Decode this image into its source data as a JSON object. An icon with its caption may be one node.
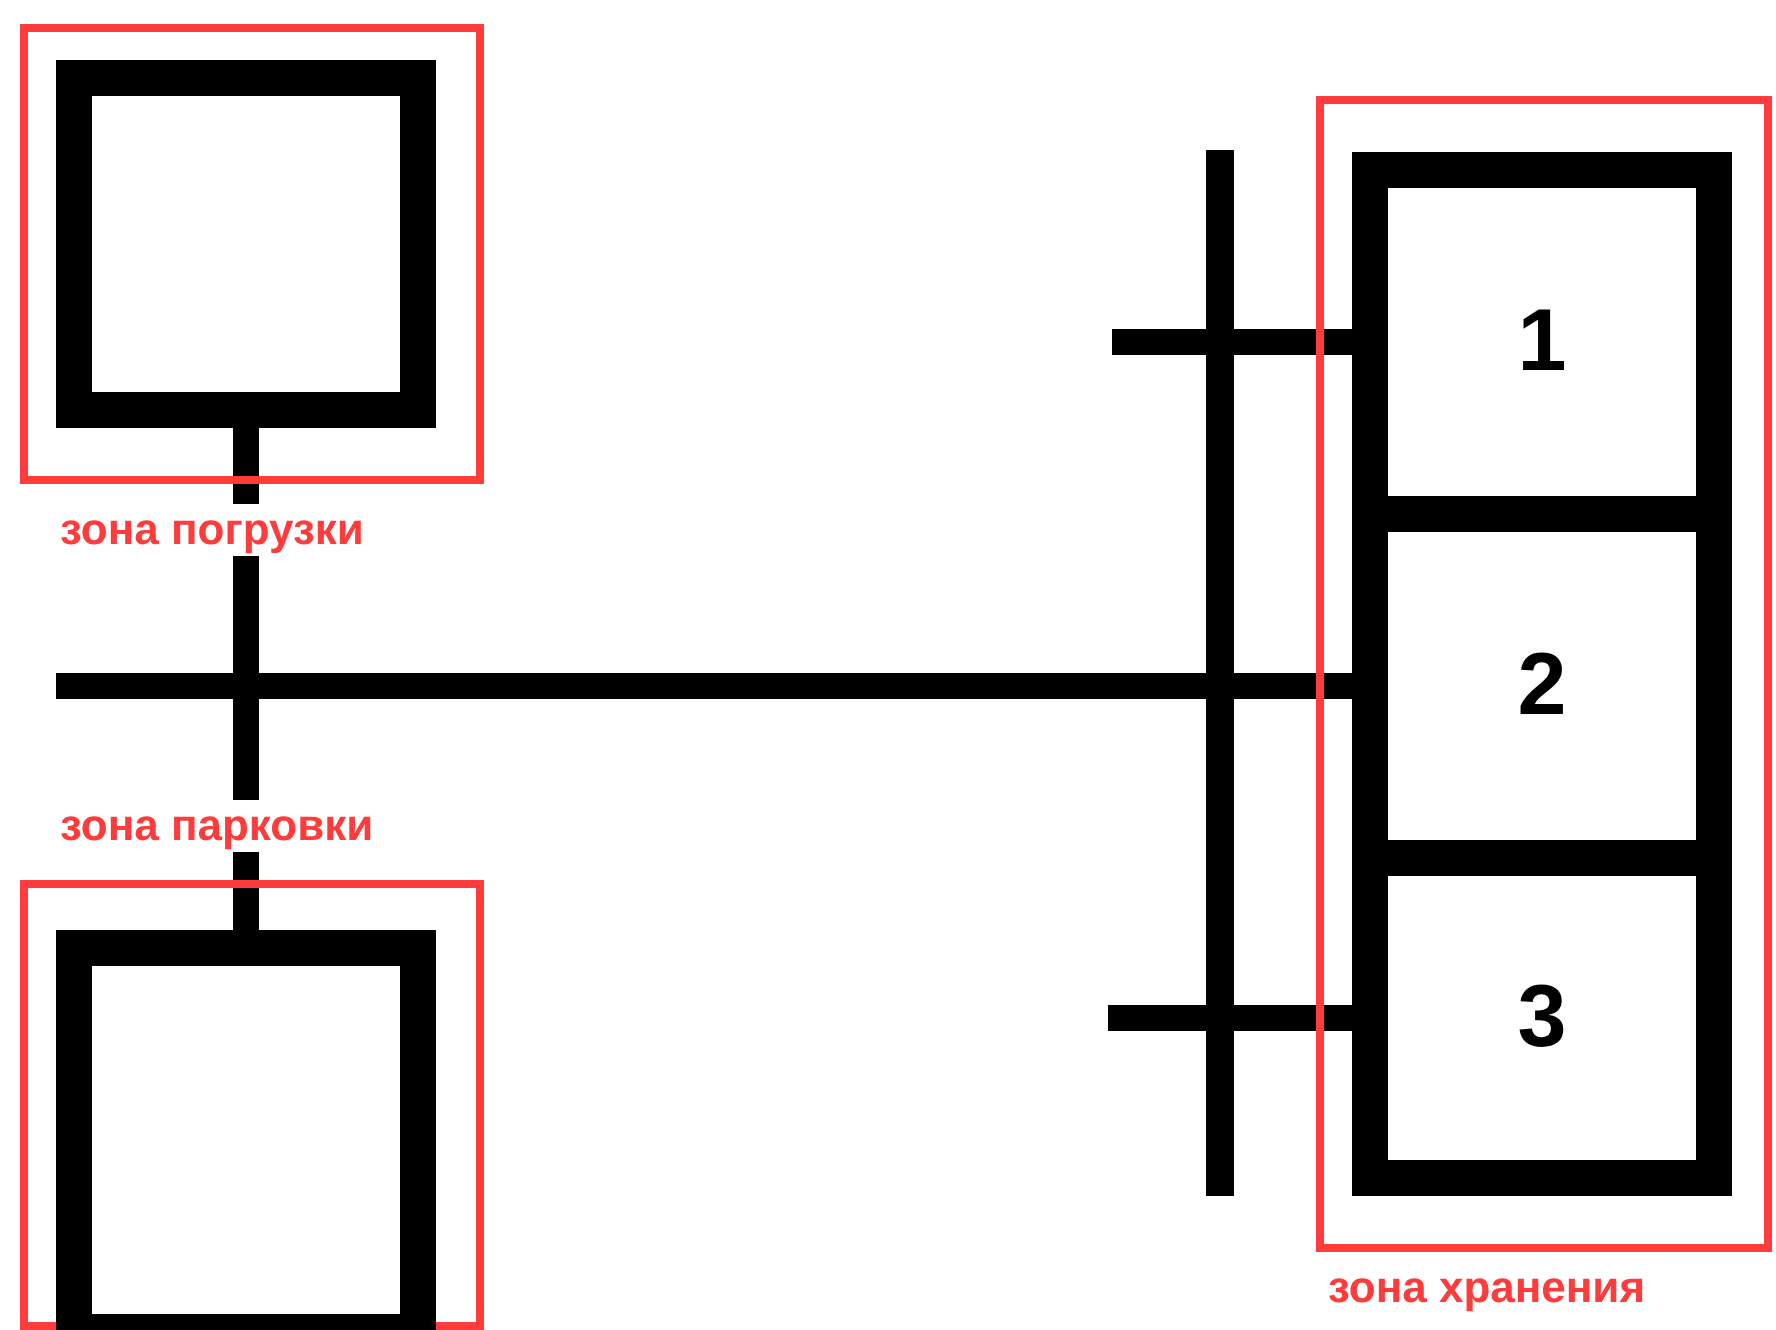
{
  "diagram": {
    "nodes": [
      {
        "text": [
          "зона погрузки"
        ]
      },
      {
        "text": [],
        "shape": "box",
        "in": 0
      },
      {
        "text": [
          "зона парковки"
        ]
      },
      {
        "text": [],
        "shape": "box",
        "in": 2
      },
      {
        "text": [
          "зона хранения"
        ]
      },
      {
        "text": [
          "1"
        ],
        "in": 4
      },
      {
        "text": [
          "2"
        ],
        "in": 4
      },
      {
        "text": [
          "3"
        ],
        "in": 4
      }
    ],
    "edges": [
      {
        "from": 1,
        "to": 3,
        "arrow": "none"
      },
      {
        "from": null,
        "to": 6,
        "arrow": "none"
      },
      {
        "from": null,
        "to": 5,
        "arrow": "none"
      },
      {
        "from": null,
        "to": 7,
        "arrow": "none"
      }
    ]
  }
}
